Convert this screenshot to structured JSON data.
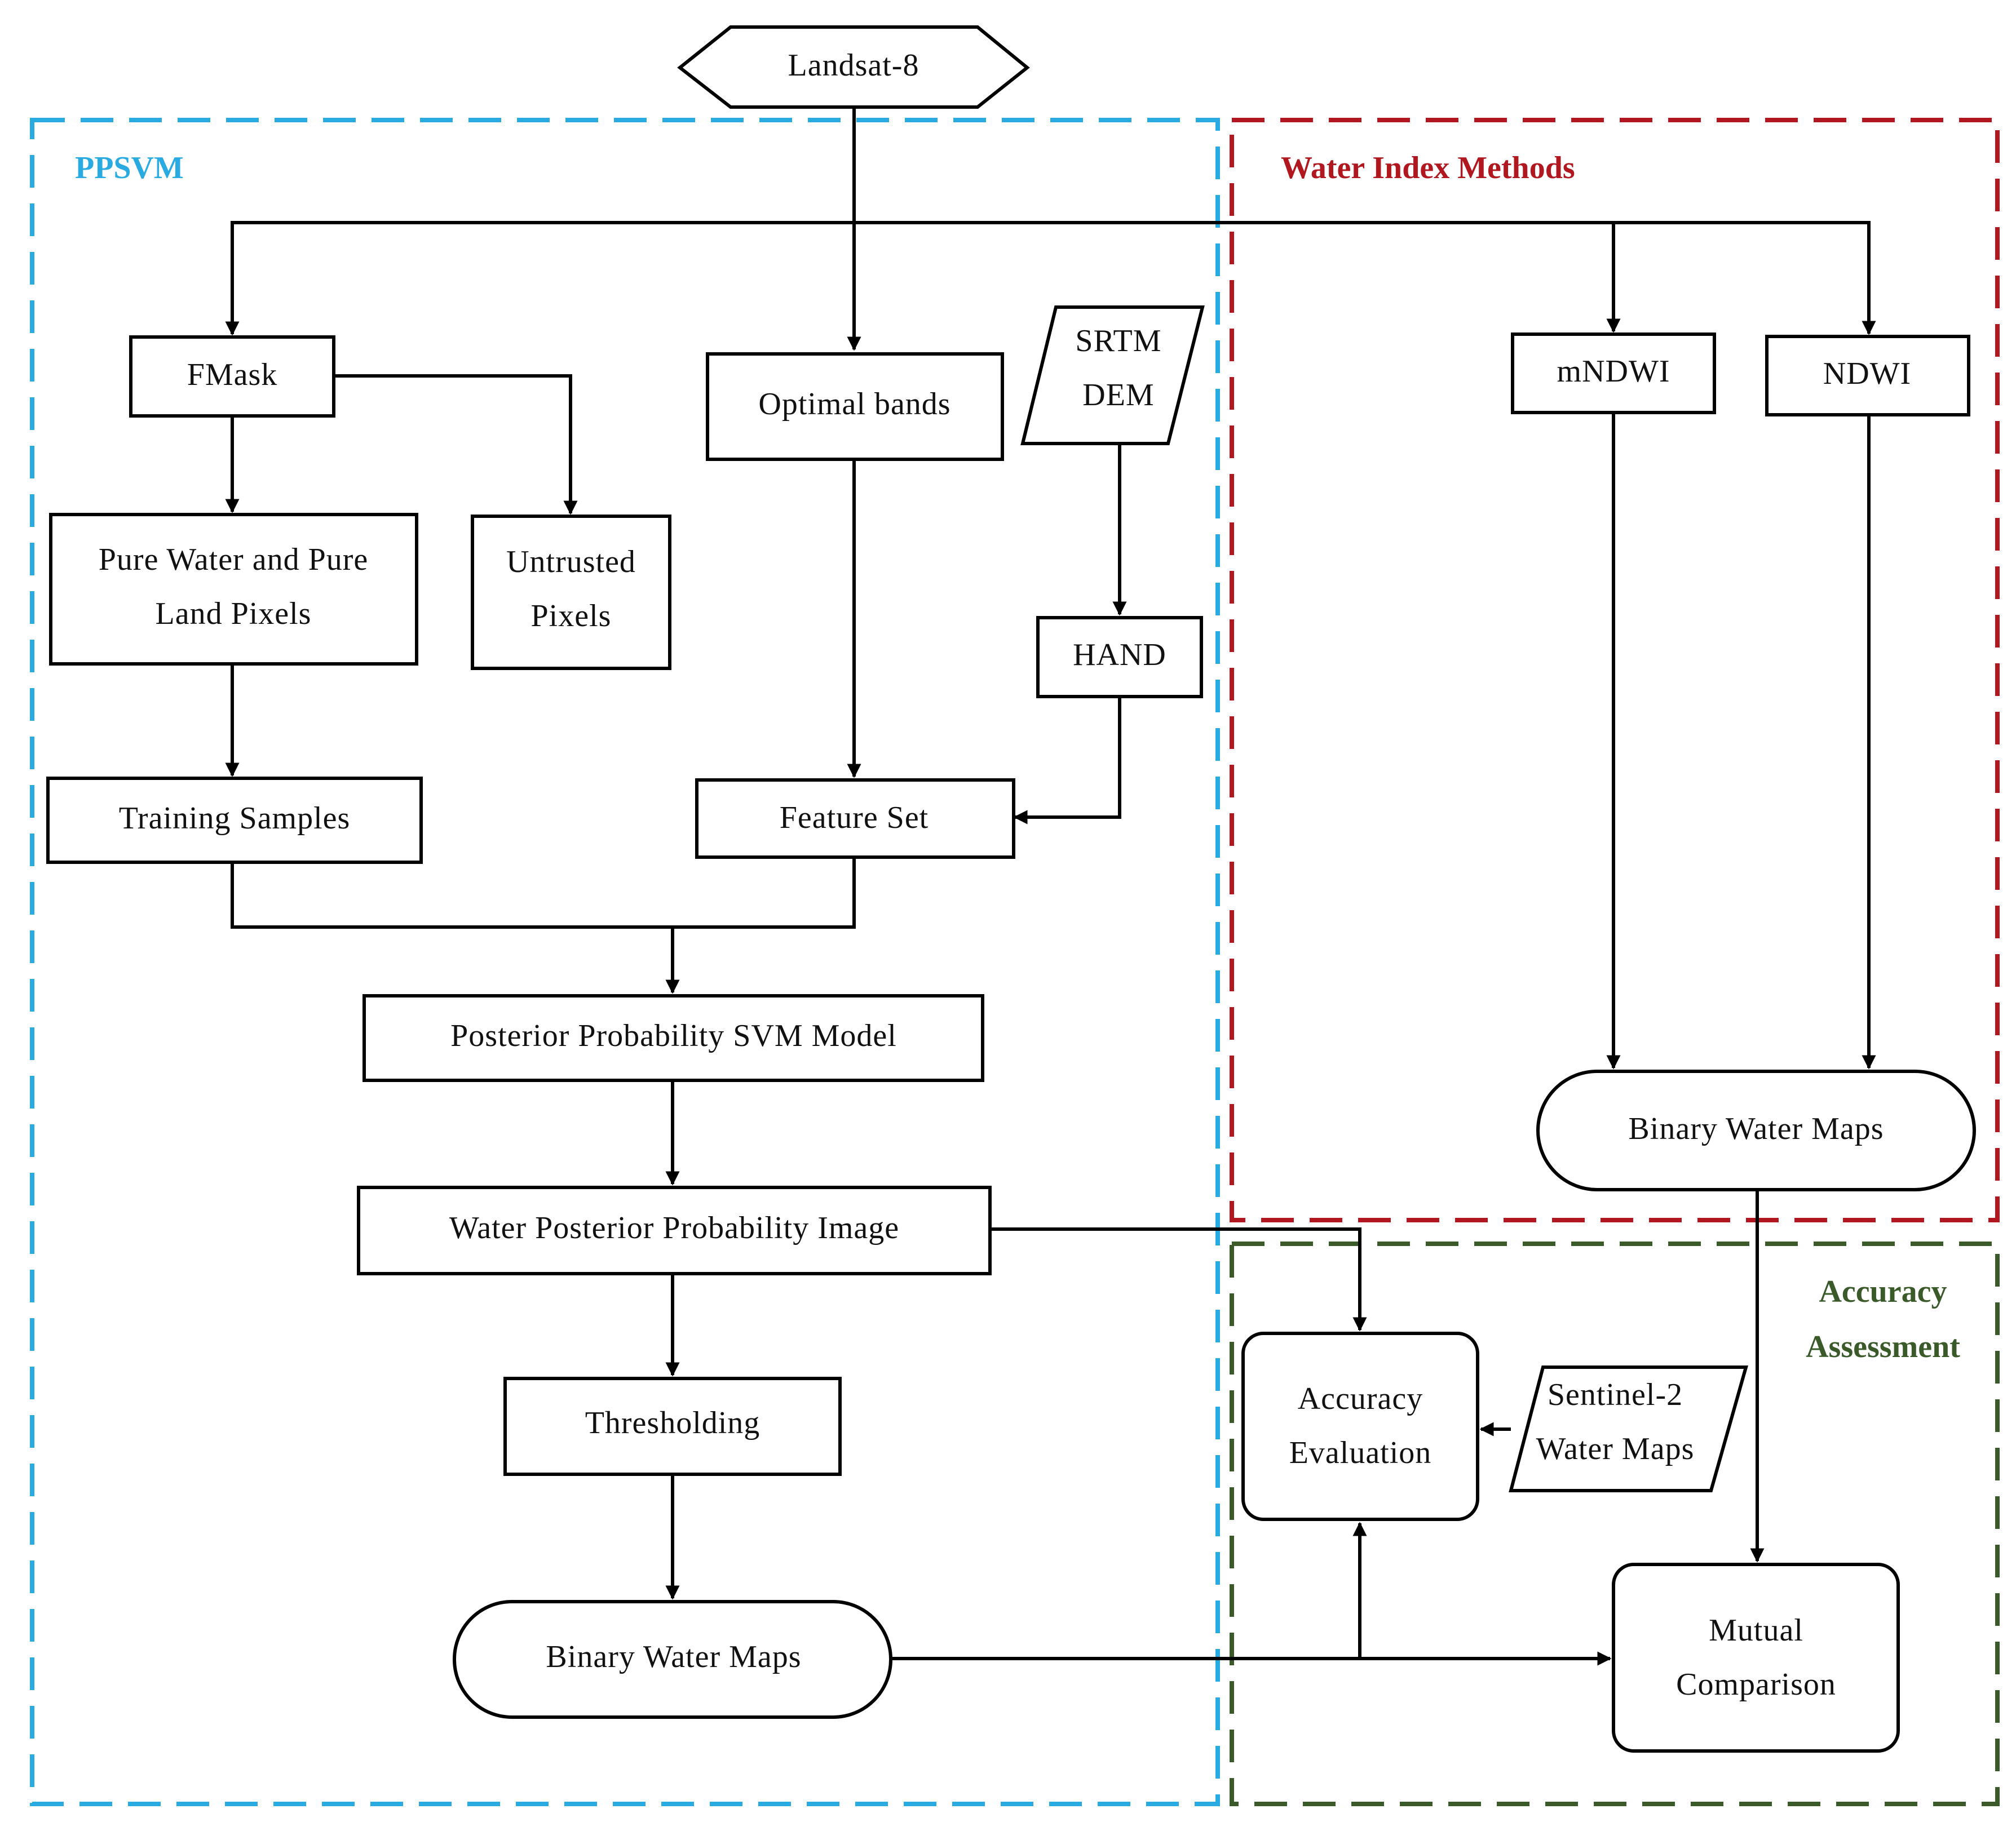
{
  "colors": {
    "ppsvm": "#29ABE2",
    "water_index": "#B0171F",
    "accuracy": "#3A5A2A",
    "stroke": "#000000"
  },
  "groups": {
    "ppsvm": {
      "title": "PPSVM"
    },
    "water_index": {
      "title": "Water Index Methods"
    },
    "accuracy": {
      "title_line1": "Accuracy",
      "title_line2": "Assessment"
    }
  },
  "nodes": {
    "landsat": {
      "label": "Landsat-8"
    },
    "fmask": {
      "label": "FMask"
    },
    "optimal_bands": {
      "label": "Optimal bands"
    },
    "srtm_dem": {
      "line1": "SRTM",
      "line2": "DEM"
    },
    "mndwi": {
      "label": "mNDWI"
    },
    "ndwi": {
      "label": "NDWI"
    },
    "pure_pixels": {
      "line1": "Pure Water and Pure",
      "line2": "Land Pixels"
    },
    "untrusted_pixels": {
      "line1": "Untrusted",
      "line2": "Pixels"
    },
    "hand": {
      "label": "HAND"
    },
    "training_samples": {
      "label": "Training Samples"
    },
    "feature_set": {
      "label": "Feature Set"
    },
    "ppsvm_model": {
      "label": "Posterior Probability SVM Model"
    },
    "posterior_image": {
      "label": "Water Posterior Probability Image"
    },
    "thresholding": {
      "label": "Thresholding"
    },
    "binary_maps_ppsvm": {
      "label": "Binary Water Maps"
    },
    "binary_maps_index": {
      "label": "Binary Water Maps"
    },
    "accuracy_evaluation": {
      "line1": "Accuracy",
      "line2": "Evaluation"
    },
    "sentinel_maps": {
      "line1": "Sentinel-2",
      "line2": "Water Maps"
    },
    "mutual_comparison": {
      "line1": "Mutual",
      "line2": "Comparison"
    }
  }
}
